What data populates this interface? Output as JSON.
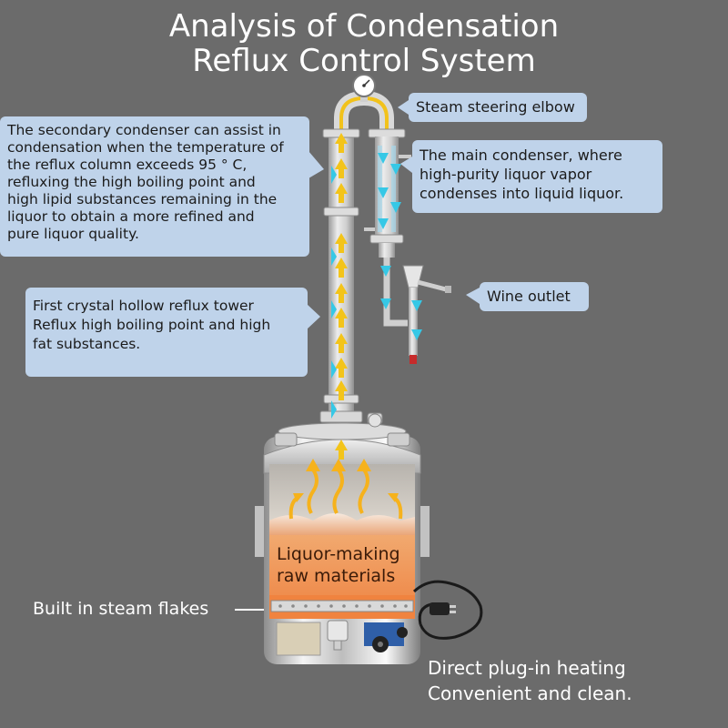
{
  "title": {
    "line1": "Analysis of Condensation",
    "line2": "Reflux Control System"
  },
  "labels": {
    "steam_elbow": "Steam steering elbow",
    "secondary_condenser": [
      "The secondary condenser can assist in",
      "condensation when the temperature of",
      "the reflux column exceeds 95 ° C,",
      "refluxing the high boiling point and",
      "high lipid substances remaining in the",
      "liquor to obtain a more refined and",
      "pure liquor quality."
    ],
    "main_condenser": [
      "The main condenser, where",
      "high-purity liquor vapor",
      "condenses into liquid liquor."
    ],
    "wine_outlet": "Wine outlet",
    "reflux_tower": [
      "First crystal hollow reflux tower",
      "Reflux high boiling point and high",
      "fat substances."
    ],
    "raw_materials": [
      "Liquor-making",
      "raw materials"
    ],
    "steam_flakes": "Built in steam flakes",
    "heating": [
      "Direct plug-in heating",
      "Convenient and clean."
    ]
  },
  "colors": {
    "background": "#6b6b6b",
    "callout": "#bfd3ea",
    "flow_arrow": "#f3c41a",
    "coolant_arrow": "#36c8e6",
    "heat_arrow": "#f6b21c",
    "raw_material_text": "#3a1a08"
  },
  "icons": [
    "pressure-gauge-icon",
    "power-plug-icon",
    "control-knob-icon",
    "tap-icon"
  ]
}
